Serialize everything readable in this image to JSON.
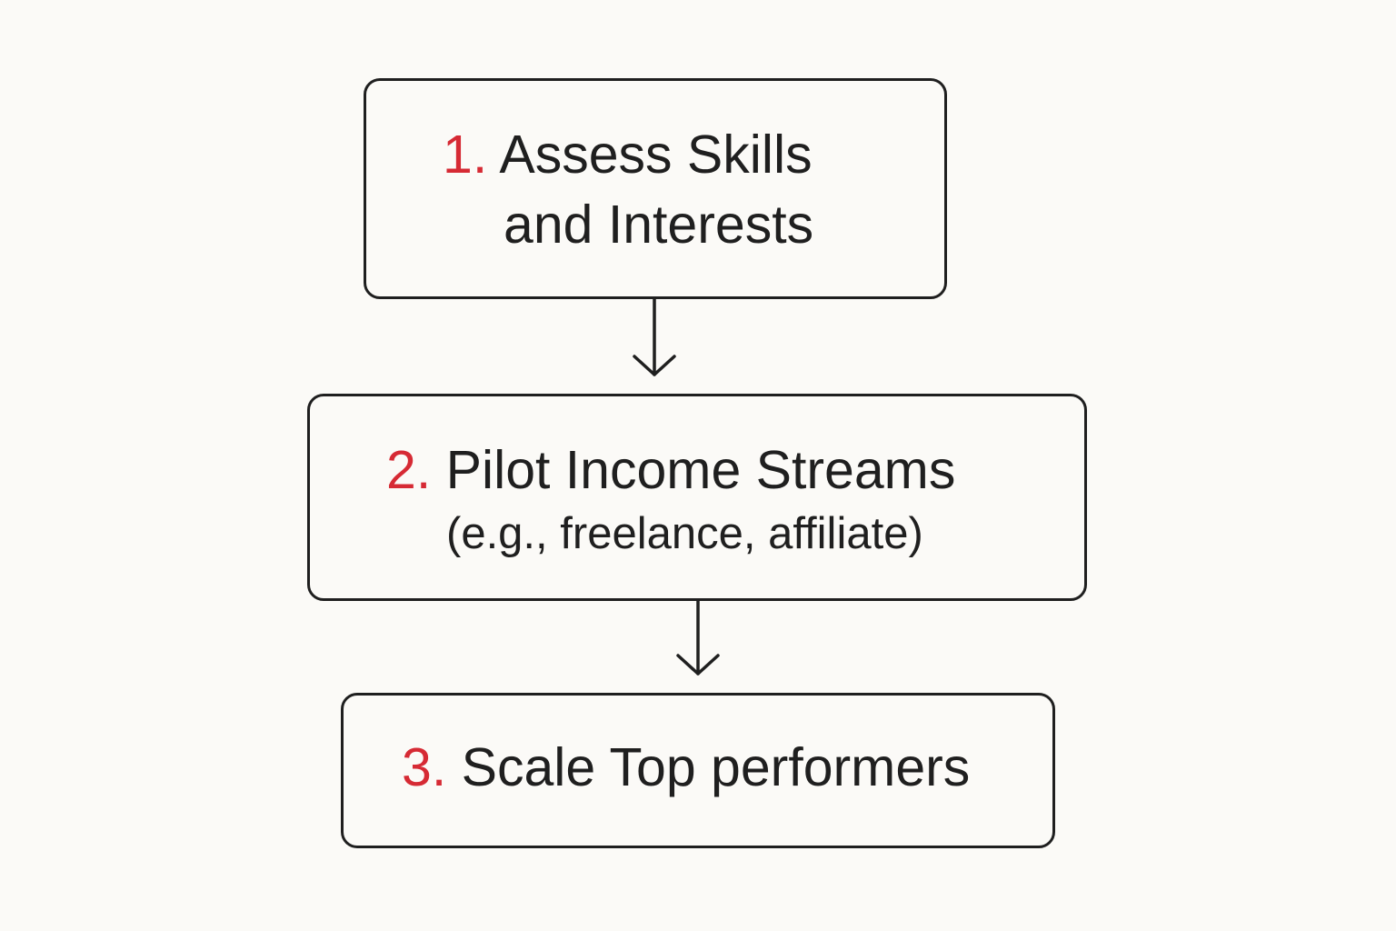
{
  "steps": [
    {
      "number": "1.",
      "title_line_1": "Assess Skills",
      "title_line_2": "and Interests"
    },
    {
      "number": "2.",
      "title": "Pilot Income Streams",
      "subtitle": "(e.g., freelance, affiliate)"
    },
    {
      "number": "3.",
      "title": "Scale Top performers"
    }
  ],
  "colors": {
    "background": "#fbfaf7",
    "outline": "#1f1f1f",
    "number_accent": "#d62a34",
    "text": "#1f1f1f"
  },
  "icons": {
    "connector_1": "down-arrow-icon",
    "connector_2": "down-arrow-icon"
  }
}
